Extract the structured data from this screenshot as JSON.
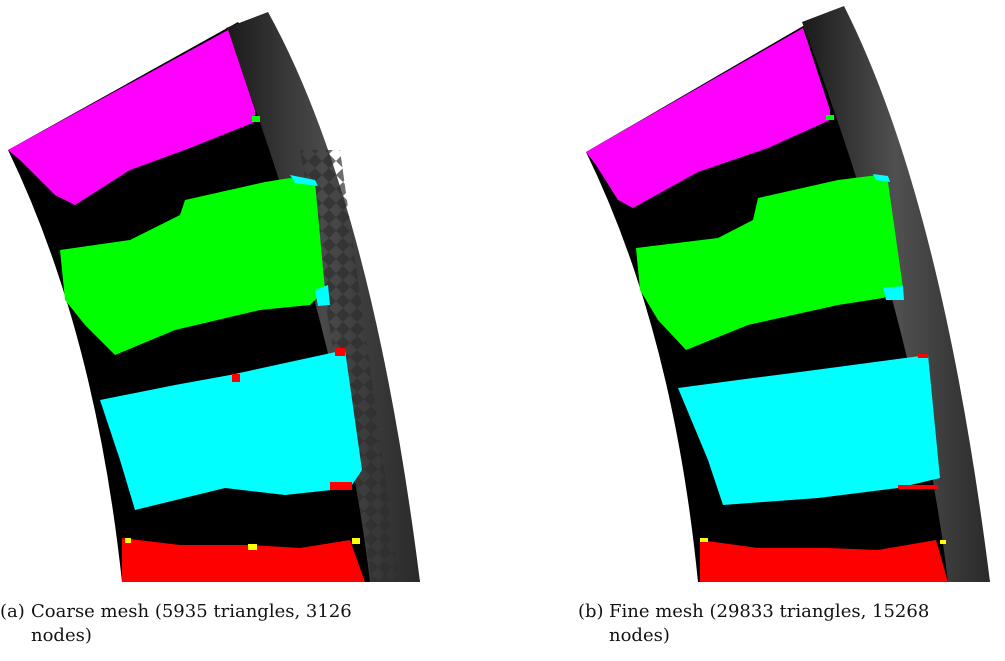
{
  "figure": {
    "subfigures": [
      {
        "label": "(a)",
        "caption_line1": "Coarse mesh (5935 triangles, 3126",
        "caption_line2": "nodes)",
        "mesh": "coarse",
        "regions": [
          {
            "name": "magenta-region",
            "color": "#ff00ff"
          },
          {
            "name": "green-region",
            "color": "#00ff00"
          },
          {
            "name": "cyan-region",
            "color": "#00ffff"
          },
          {
            "name": "red-region",
            "color": "#ff0000"
          }
        ]
      },
      {
        "label": "(b)",
        "caption_line1": "Fine mesh (29833 triangles, 15268",
        "caption_line2": "nodes)",
        "mesh": "fine",
        "regions": [
          {
            "name": "magenta-region",
            "color": "#ff00ff"
          },
          {
            "name": "green-region",
            "color": "#00ff00"
          },
          {
            "name": "cyan-region",
            "color": "#00ffff"
          },
          {
            "name": "red-region",
            "color": "#ff0000"
          }
        ]
      }
    ],
    "colors": {
      "background": "#000000",
      "outer_band": "#3a3a3a",
      "magenta": "#ff00ff",
      "green": "#00ff00",
      "cyan": "#00ffff",
      "red": "#ff0000",
      "yellow": "#ffff00"
    }
  }
}
